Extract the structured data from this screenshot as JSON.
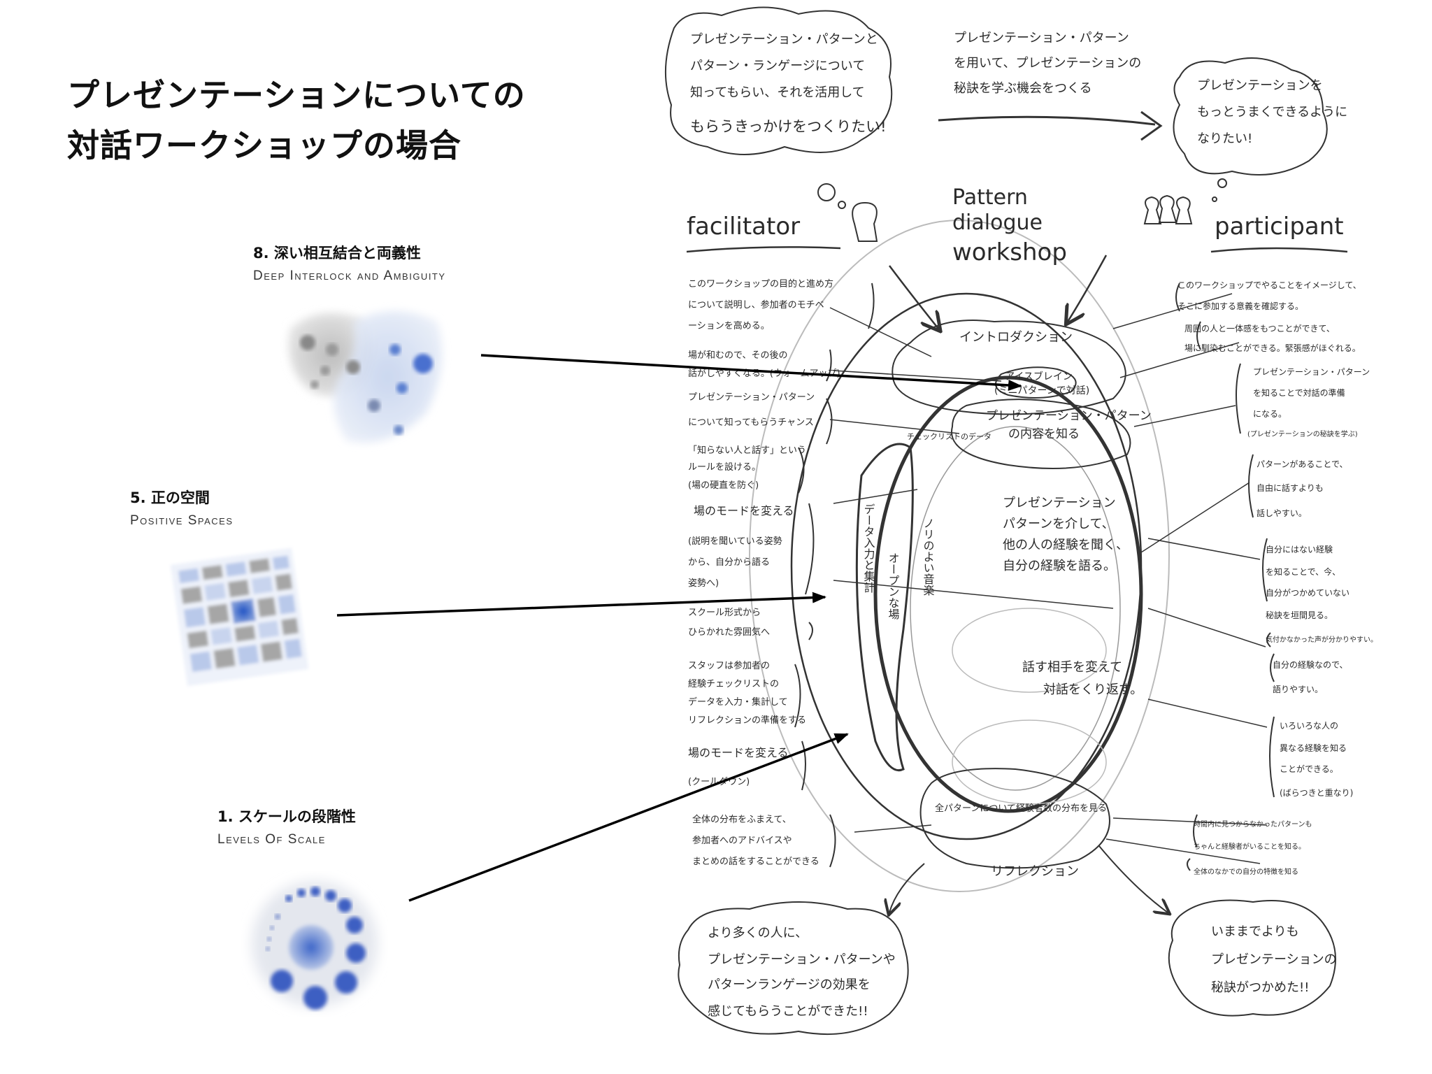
{
  "title": {
    "line1": "プレゼンテーションについての",
    "line2": "対話ワークショップの場合"
  },
  "patterns": [
    {
      "jp": "8. 深い相互結合と両義性",
      "en": "Deep Interlock and Ambiguity",
      "icon": "interlock-icon"
    },
    {
      "jp": "5. 正の空間",
      "en": "Positive Spaces",
      "icon": "grid-icon"
    },
    {
      "jp": "1. スケールの段階性",
      "en": "Levels Of Scale",
      "icon": "dots-circle-icon"
    }
  ],
  "sketch": {
    "bubble_left": [
      "プレゼンテーション・パターンと",
      "パターン・ランゲージについて",
      "知ってもらい、それを活用して",
      "もらうきっかけをつくりたい!"
    ],
    "arrow_text": [
      "プレゼンテーション・パターン",
      "を用いて、プレゼンテーションの",
      "秘訣を学ぶ機会をつくる"
    ],
    "bubble_right": [
      "プレゼンテーションを",
      "もっとうまくできるように",
      "なりたい!"
    ],
    "facilitator": "facilitator",
    "participant": "participant",
    "center_title": [
      "Pattern",
      "dialogue",
      "workshop"
    ],
    "stages": [
      "イントロダクション",
      "アイスブレイン",
      "(ミニパターンで対話)",
      "プレゼンテーション・パターン",
      "の内容を知る",
      "チェックリストのデータ",
      "リフレクション",
      "全パターンについて経験者数の分布を見る"
    ],
    "inner": [
      "プレゼンテーション",
      "パターンを介して、",
      "他の人の経験を聞く、",
      "自分の経験を語る。",
      "話す相手を変えて",
      "対話をくり返す。",
      "ノリのよい音楽",
      "オープンな場",
      "データ入力と集計"
    ],
    "left_notes": [
      [
        "このワークショップの目的と進め方",
        "について説明し、参加者のモチベ",
        "ーションを高める。"
      ],
      [
        "場が和むので、その後の",
        "話がしやすくなる。(ウォームアップ)"
      ],
      [
        "プレゼンテーション・パターン",
        "について知ってもらうチャンス"
      ],
      [
        "「知らない人と話す」という",
        "ルールを設ける。",
        "(場の硬直を防ぐ)"
      ],
      [
        "場のモードを変える",
        "(説明を聞いている姿勢",
        "から、自分から語る",
        "姿勢へ)"
      ],
      [
        "スクール形式から",
        "ひらかれた雰囲気へ"
      ],
      [
        "スタッフは参加者の",
        "経験チェックリストの",
        "データを入力・集計して",
        "リフレクションの準備をする"
      ],
      [
        "場のモードを変える",
        "(クールダウン)"
      ],
      [
        "全体の分布をふまえて、",
        "参加者へのアドバイスや",
        "まとめの話をすることができる"
      ]
    ],
    "right_notes": [
      [
        "このワークショップでやることをイメージして、",
        "そこに参加する意義を確認する。"
      ],
      [
        "周囲の人と一体感をもつことができて、",
        "場に馴染むことができる。緊張感がほぐれる。"
      ],
      [
        "プレゼンテーション・パターン",
        "を知ることで対話の準備",
        "になる。",
        "(プレゼンテーションの秘訣を学ぶ)"
      ],
      [
        "パターンがあることで、",
        "自由に話すよりも",
        "話しやすい。"
      ],
      [
        "自分にはない経験",
        "を知ることで、今、",
        "自分がつかめていない",
        "秘訣を垣間見る。"
      ],
      [
        "気付かなかった声が分かりやすい。"
      ],
      [
        "自分の経験なので、",
        "語りやすい。"
      ],
      [
        "いろいろな人の",
        "異なる経験を知る",
        "ことができる。",
        "(ばらつきと重なり)"
      ],
      [
        "時間内に見つからなかったパターンも",
        "ちゃんと経験者がいることを知る。"
      ],
      [
        "全体のなかでの自分の特徴を知る"
      ]
    ],
    "bottom_left": [
      "より多くの人に、",
      "プレゼンテーション・パターンや",
      "パターンランゲージの効果を",
      "感じてもらうことができた!!"
    ],
    "bottom_right": [
      "いままでよりも",
      "プレゼンテーションの",
      "秘訣がつかめた!!"
    ]
  }
}
